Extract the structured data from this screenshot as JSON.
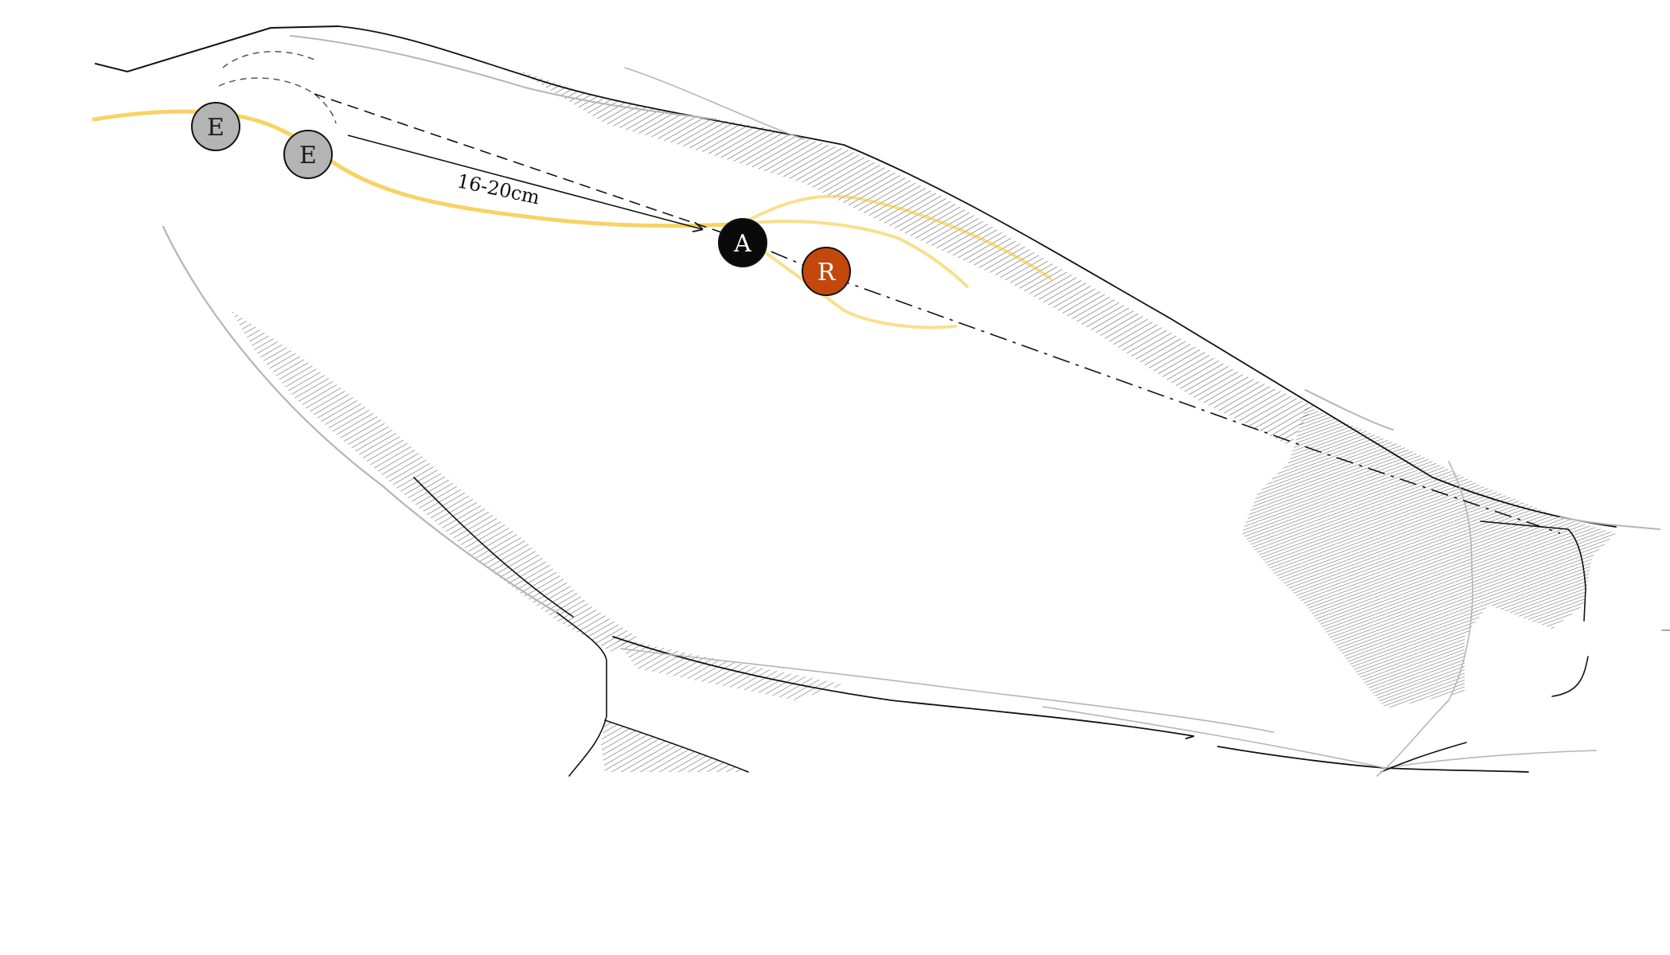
{
  "distance_label": "16-20cm",
  "markers": [
    {
      "id": "e1",
      "label": "E",
      "fill": "#b4b4b4",
      "text_color": "#1a1a1a"
    },
    {
      "id": "e2",
      "label": "E",
      "fill": "#b4b4b4",
      "text_color": "#1a1a1a"
    },
    {
      "id": "a",
      "label": "A",
      "fill": "#0a0a0a",
      "text_color": "#ffffff"
    },
    {
      "id": "r",
      "label": "R",
      "fill": "#c4470c",
      "text_color": "#ffffff"
    }
  ],
  "colors": {
    "outline": "#111111",
    "light_outline": "#b5b5b5",
    "hatch": "#333333",
    "nerve": "#f4c430"
  }
}
